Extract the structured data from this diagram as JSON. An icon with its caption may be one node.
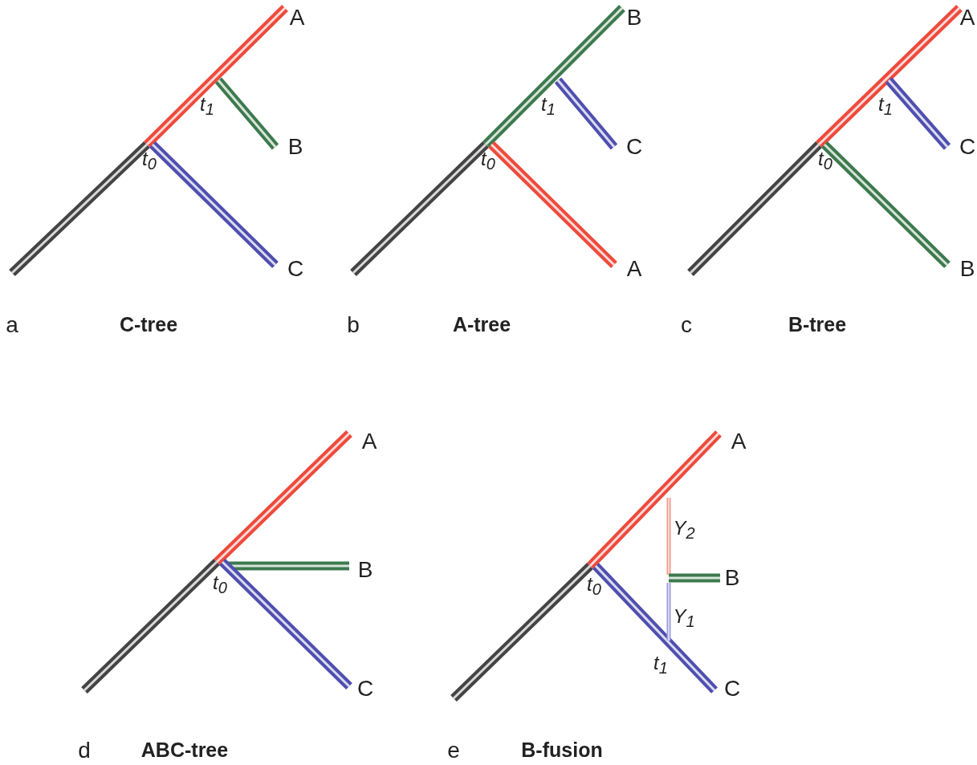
{
  "diagram": {
    "labels": [
      "A",
      "t$_{1}$",
      "B",
      "t$_{0}$",
      "C",
      "a",
      "C-tree",
      "B",
      "t$_{1}$",
      "C",
      "t$_{0}$",
      "A",
      "b",
      "A-tree",
      "A",
      "t$_{1}$",
      "C",
      "t$_{0}$",
      "B",
      "c",
      "B-tree",
      "A",
      "B",
      "t$_{0}$",
      "C",
      "d",
      "ABC-tree",
      "A",
      "Υ$_{2}$",
      "B",
      "Υ$_{1}$",
      "t$_{0}$",
      "t$_{1}$",
      "C",
      "e",
      "B-fusion"
    ]
  }
}
